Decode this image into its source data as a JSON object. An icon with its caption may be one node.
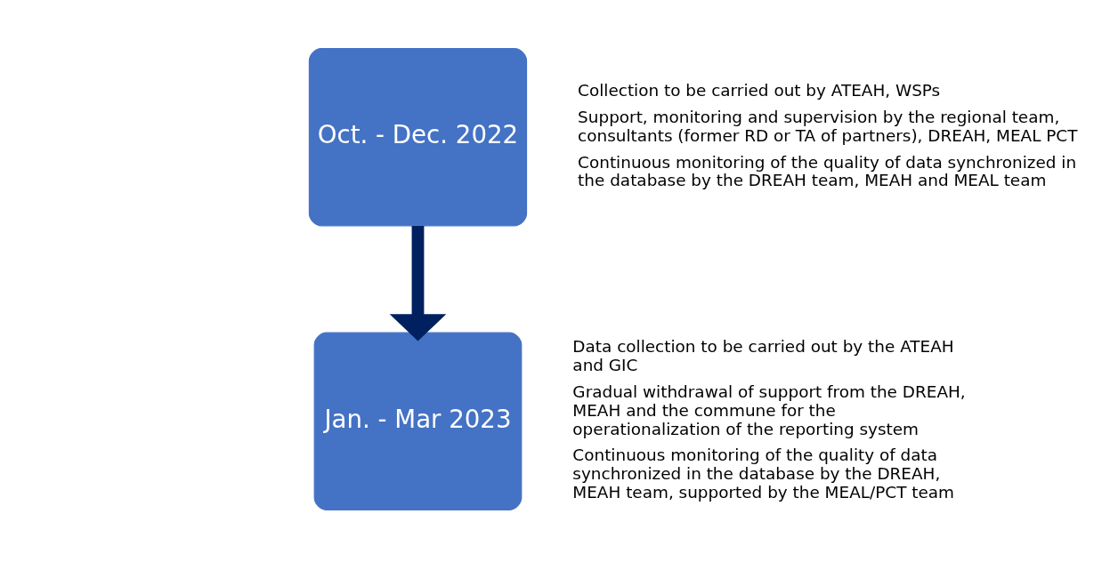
{
  "diagram": {
    "nodes": [
      {
        "text": [
          "Oct. - Dec. 2022"
        ],
        "beside": [
          "Collection to be carried out by ATEAH, WSPs",
          "Support, monitoring and supervision by the regional team, consultants (former RD or TA of partners), DREAH, MEAL PCT",
          "Continuous monitoring of the quality of data synchronized in the database by the DREAH team, MEAH and MEAL team"
        ]
      },
      {
        "text": [
          "Jan. - Mar 2023"
        ],
        "beside": [
          "Data collection to be carried out by the ATEAH and GIC",
          "Gradual withdrawal of support from the DREAH, MEAH and the commune for the operationalization of the reporting system",
          "Continuous monitoring of the quality of data synchronized in the database by the DREAH, MEAH team, supported by the MEAL/PCT team"
        ]
      }
    ],
    "edges": [
      {
        "from": 0,
        "to": 1,
        "arrow": "to",
        "color": "#002060"
      }
    ]
  }
}
